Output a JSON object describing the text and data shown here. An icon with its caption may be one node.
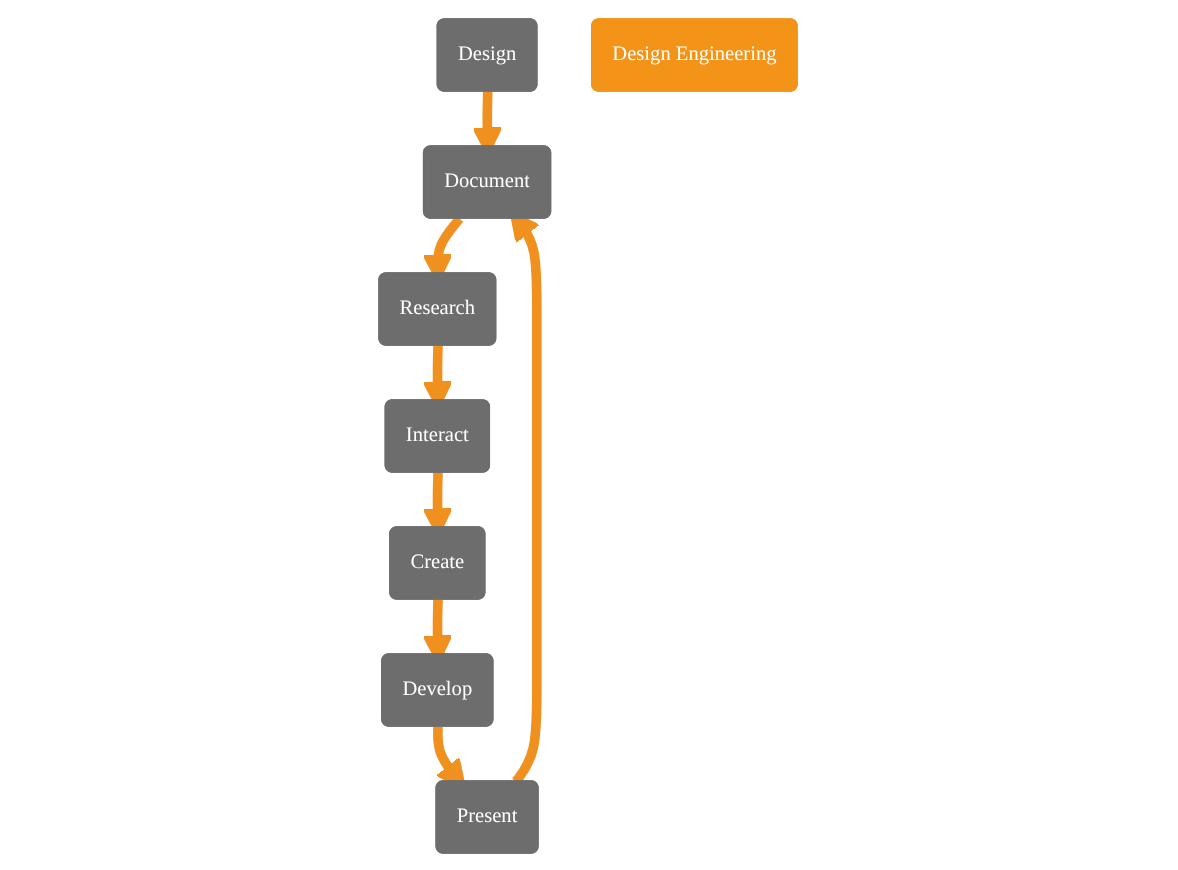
{
  "diagram": {
    "nodes": [
      {
        "text": [
          "Design"
        ]
      },
      {
        "text": [
          "Document"
        ]
      },
      {
        "text": [
          "Research"
        ]
      },
      {
        "text": [
          "Interact"
        ]
      },
      {
        "text": [
          "Create"
        ]
      },
      {
        "text": [
          "Develop"
        ]
      },
      {
        "text": [
          "Present"
        ]
      },
      {
        "text": [
          "Design Engineering"
        ]
      }
    ],
    "edges": [
      {
        "from": 0,
        "to": 1,
        "arrow": "to"
      },
      {
        "from": 1,
        "to": 2,
        "arrow": "to"
      },
      {
        "from": 2,
        "to": 3,
        "arrow": "to"
      },
      {
        "from": 3,
        "to": 4,
        "arrow": "to"
      },
      {
        "from": 4,
        "to": 5,
        "arrow": "to"
      },
      {
        "from": 5,
        "to": 6,
        "arrow": "to"
      },
      {
        "from": 6,
        "to": 1,
        "arrow": "to"
      }
    ]
  }
}
